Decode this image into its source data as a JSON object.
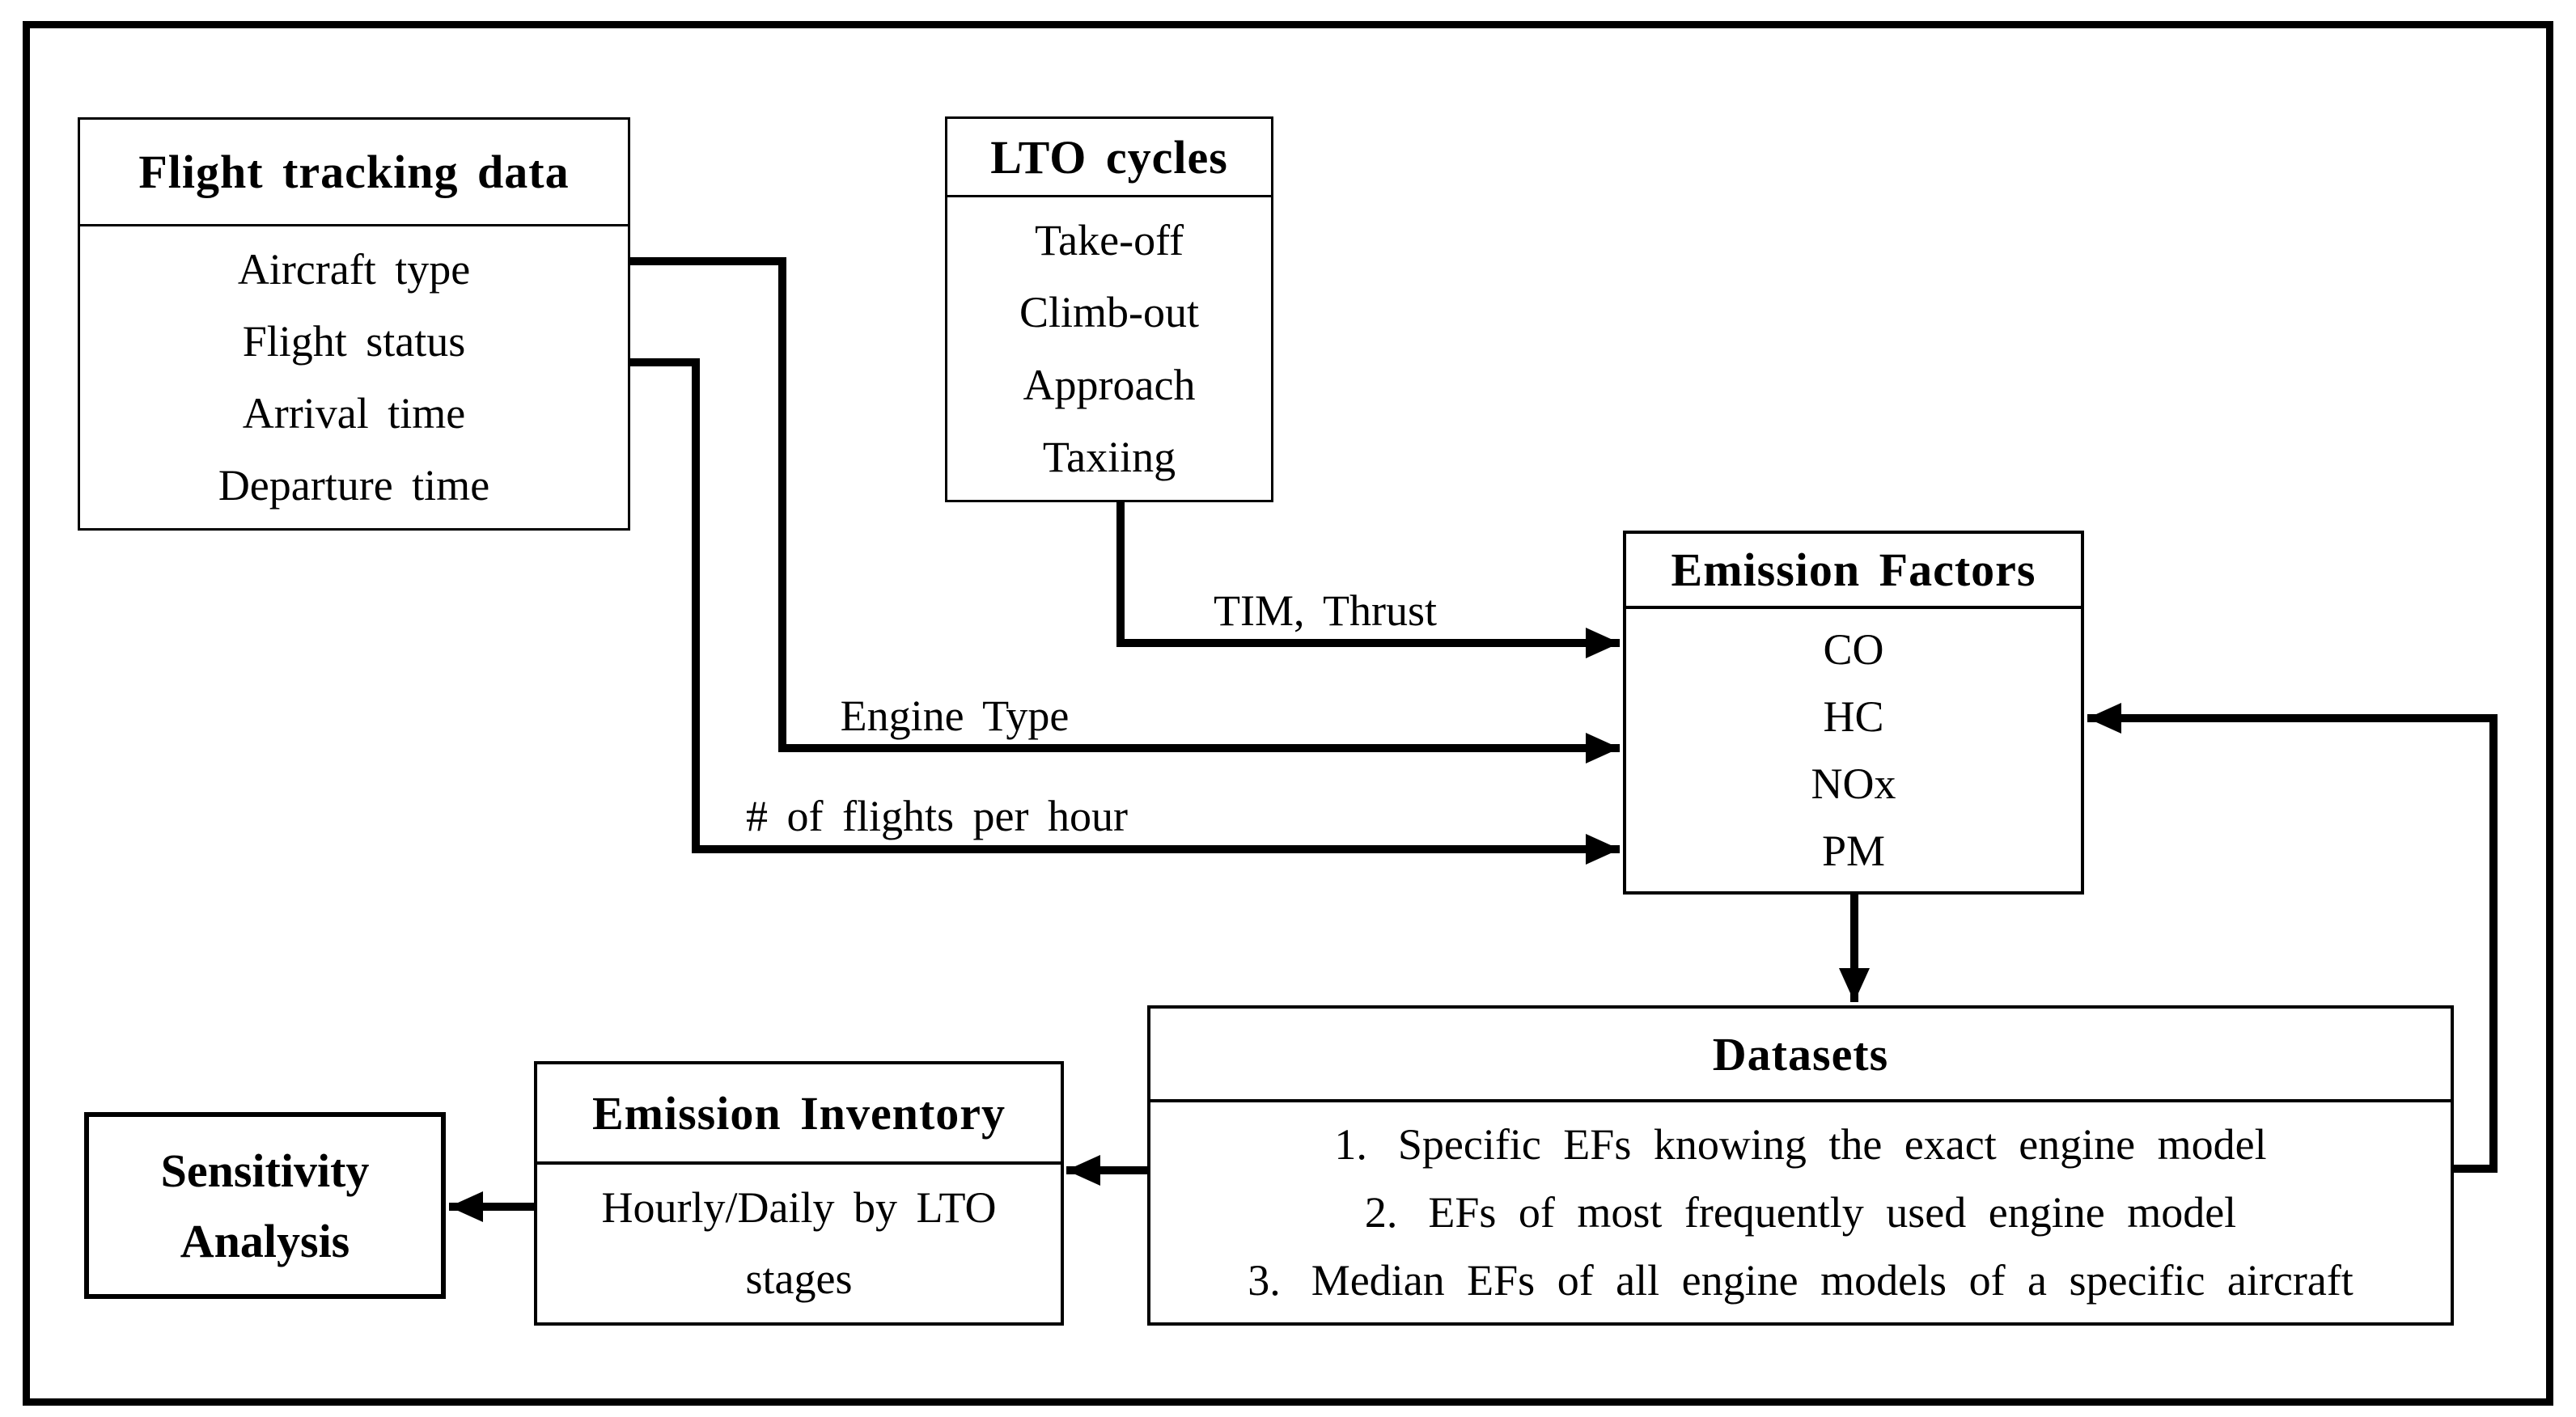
{
  "diagram": {
    "boxes": {
      "flight_tracking": {
        "title": "Flight tracking data",
        "items": [
          "Aircraft type",
          "Flight status",
          "Arrival time",
          "Departure time"
        ]
      },
      "lto_cycles": {
        "title": "LTO cycles",
        "items": [
          "Take-off",
          "Climb-out",
          "Approach",
          "Taxiing"
        ]
      },
      "emission_factors": {
        "title": "Emission Factors",
        "items": [
          "CO",
          "HC",
          "NOx",
          "PM"
        ]
      },
      "datasets": {
        "title": "Datasets",
        "items": [
          {
            "num": "1.",
            "text": "Specific EFs knowing the exact engine model"
          },
          {
            "num": "2.",
            "text": "EFs of most frequently used engine model"
          },
          {
            "num": "3.",
            "text": "Median EFs of all engine models of a specific aircraft"
          }
        ]
      },
      "emission_inventory": {
        "title": "Emission Inventory",
        "body": "Hourly/Daily by LTO stages"
      },
      "sensitivity": {
        "title": "Sensitivity Analysis"
      }
    },
    "arrow_labels": {
      "tim_thrust": "TIM, Thrust",
      "engine_type": "Engine Type",
      "flights_per_hour": "# of flights per hour"
    },
    "colors": {
      "line": "#000000",
      "background": "#ffffff"
    }
  }
}
